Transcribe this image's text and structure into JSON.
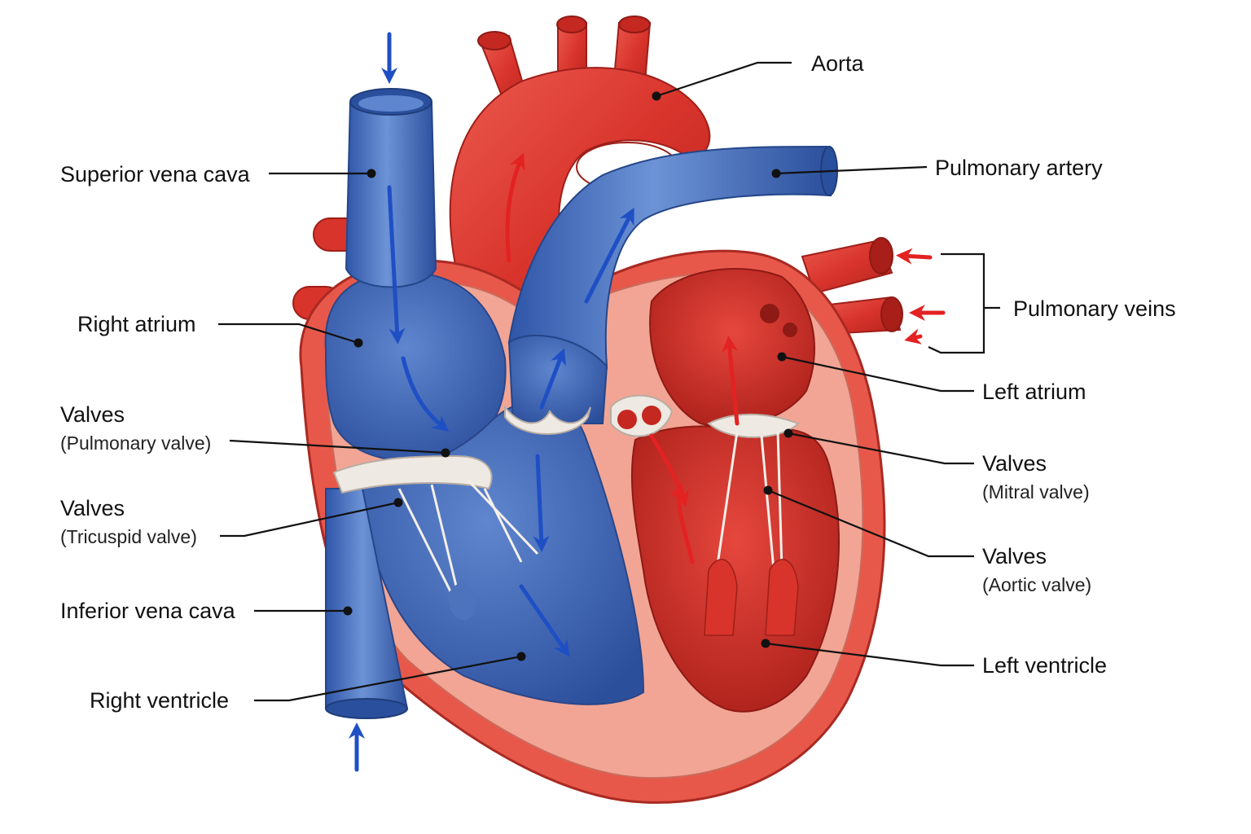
{
  "labels": {
    "aorta": "Aorta",
    "pulmonary_artery": "Pulmonary artery",
    "superior_vena_cava": "Superior vena cava",
    "pulmonary_veins": "Pulmonary veins",
    "right_atrium": "Right atrium",
    "left_atrium": "Left atrium",
    "pulmonary_valve": {
      "title": "Valves",
      "sub": "(Pulmonary valve)"
    },
    "tricuspid_valve": {
      "title": "Valves",
      "sub": "(Tricuspid valve)"
    },
    "mitral_valve": {
      "title": "Valves",
      "sub": "(Mitral valve)"
    },
    "aortic_valve": {
      "title": "Valves",
      "sub": "(Aortic valve)"
    },
    "inferior_vena_cava": "Inferior vena cava",
    "right_ventricle": "Right ventricle",
    "left_ventricle": "Left ventricle"
  },
  "colors": {
    "oxygenated": "#d8342c",
    "deoxygenated": "#3c67b8",
    "myocardium": "#f2a594",
    "flow_blue": "#1f4fc4",
    "flow_red": "#e32222",
    "valve": "#efe9e3",
    "leader": "#111111"
  }
}
